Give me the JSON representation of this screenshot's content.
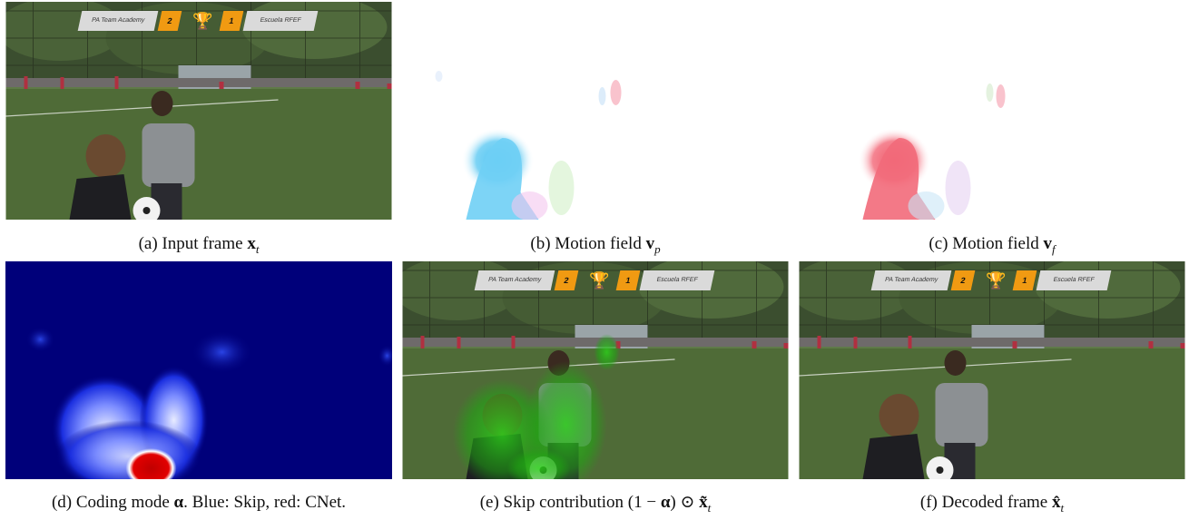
{
  "scoreboard": {
    "home_team": "PA Team Academy",
    "home_score": "2",
    "away_score": "1",
    "away_team": "Escuela RFEF"
  },
  "captions": {
    "a_prefix": "(a) Input frame ",
    "a_var": "x",
    "a_sub": "t",
    "b_prefix": "(b) Motion field ",
    "b_var": "v",
    "b_sub": "p",
    "c_prefix": "(c) Motion field ",
    "c_var": "v",
    "c_sub": "f",
    "d_prefix": "(d) Coding mode ",
    "d_var": "α",
    "d_suffix": ". Blue: Skip, red: CNet.",
    "e_prefix": "(e) Skip contribution ",
    "e_open": "(1 − ",
    "e_alpha": "α",
    "e_close": ") ⊙ ",
    "e_var": "x̃",
    "e_sub": "t",
    "f_prefix": "(f) Decoded frame ",
    "f_var": "x̂",
    "f_sub": "t"
  },
  "colors": {
    "field": "#4f6b37",
    "fence": "#2e3a24",
    "sky_trees": "#3b4e2f",
    "coding_background": "#00007a",
    "skip_blue": "#1a3cff",
    "cnet_red": "#d40000",
    "motion_cyan": "#5ec8f2",
    "motion_pink": "#f46a78"
  }
}
